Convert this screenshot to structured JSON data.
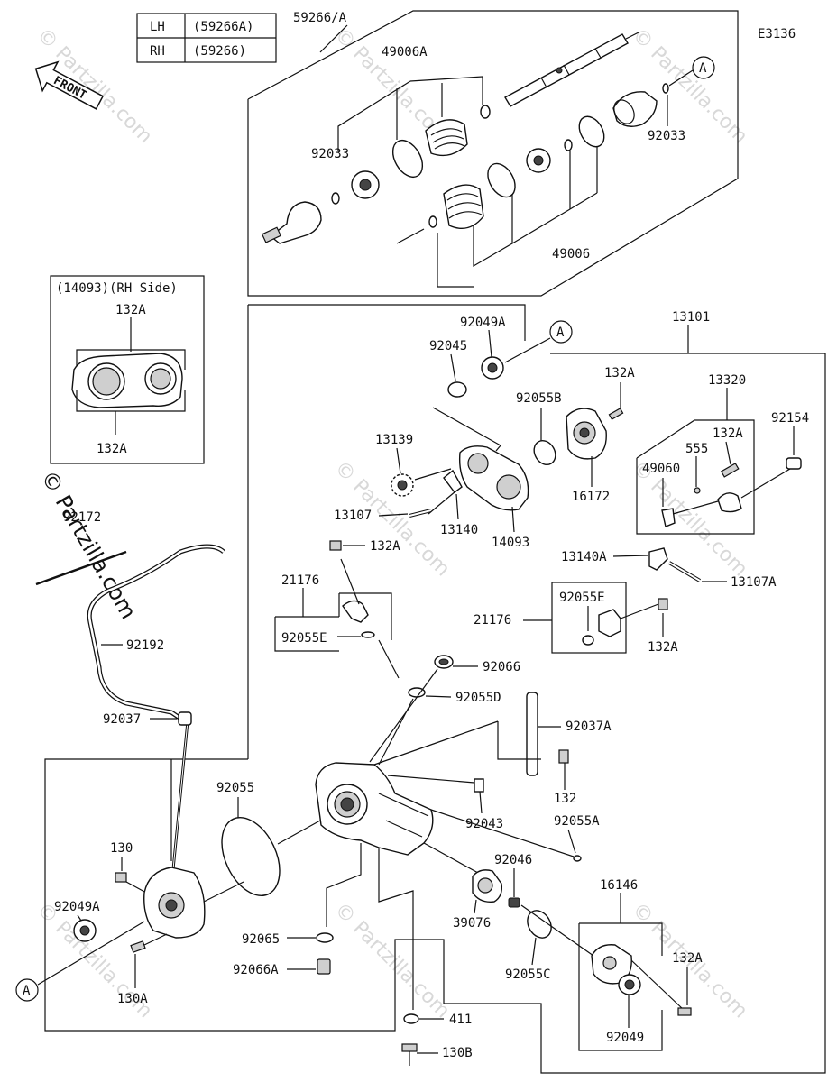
{
  "diagram_code": "E3136",
  "watermark": "© Partzilla.com",
  "front_label": "FRONT",
  "side_table": {
    "rows": [
      {
        "side": "LH",
        "part": "(59266A)"
      },
      {
        "side": "RH",
        "part": "(59266)"
      }
    ]
  },
  "rh_side_inset": {
    "title": "(14093)(RH Side)",
    "top_label": "132A",
    "bottom_label": "132A"
  },
  "ref_marker": "A",
  "labels": {
    "p59266A": "59266/A",
    "p49006A": "49006A",
    "p92033_left": "92033",
    "p92033_right": "92033",
    "p49006": "49006",
    "p92049A_top": "92049A",
    "p92045": "92045",
    "p13101": "13101",
    "p132A_1": "132A",
    "p92055B": "92055B",
    "p13320": "13320",
    "p92154": "92154",
    "p132A_2": "132A",
    "p555": "555",
    "p49060": "49060",
    "p13139": "13139",
    "p16172": "16172",
    "p13107": "13107",
    "p13140": "13140",
    "p14093": "14093",
    "p92172": "92172",
    "p132A_3": "132A",
    "p13140A": "13140A",
    "p13107A": "13107A",
    "p21176_left": "21176",
    "p92055E_left": "92055E",
    "p92055E_right": "92055E",
    "p21176_right": "21176",
    "p132A_4": "132A",
    "p92192": "92192",
    "p92066": "92066",
    "p92055D": "92055D",
    "p92037": "92037",
    "p92037A": "92037A",
    "p92055": "92055",
    "p132": "132",
    "p130": "130",
    "p92043": "92043",
    "p92055A": "92055A",
    "p92046": "92046",
    "p16146": "16146",
    "p92049A_left": "92049A",
    "p39076": "39076",
    "p92065": "92065",
    "p132A_5": "132A",
    "p92066A": "92066A",
    "p92055C": "92055C",
    "p130A": "130A",
    "p92049": "92049",
    "p411": "411",
    "p130B": "130B"
  }
}
